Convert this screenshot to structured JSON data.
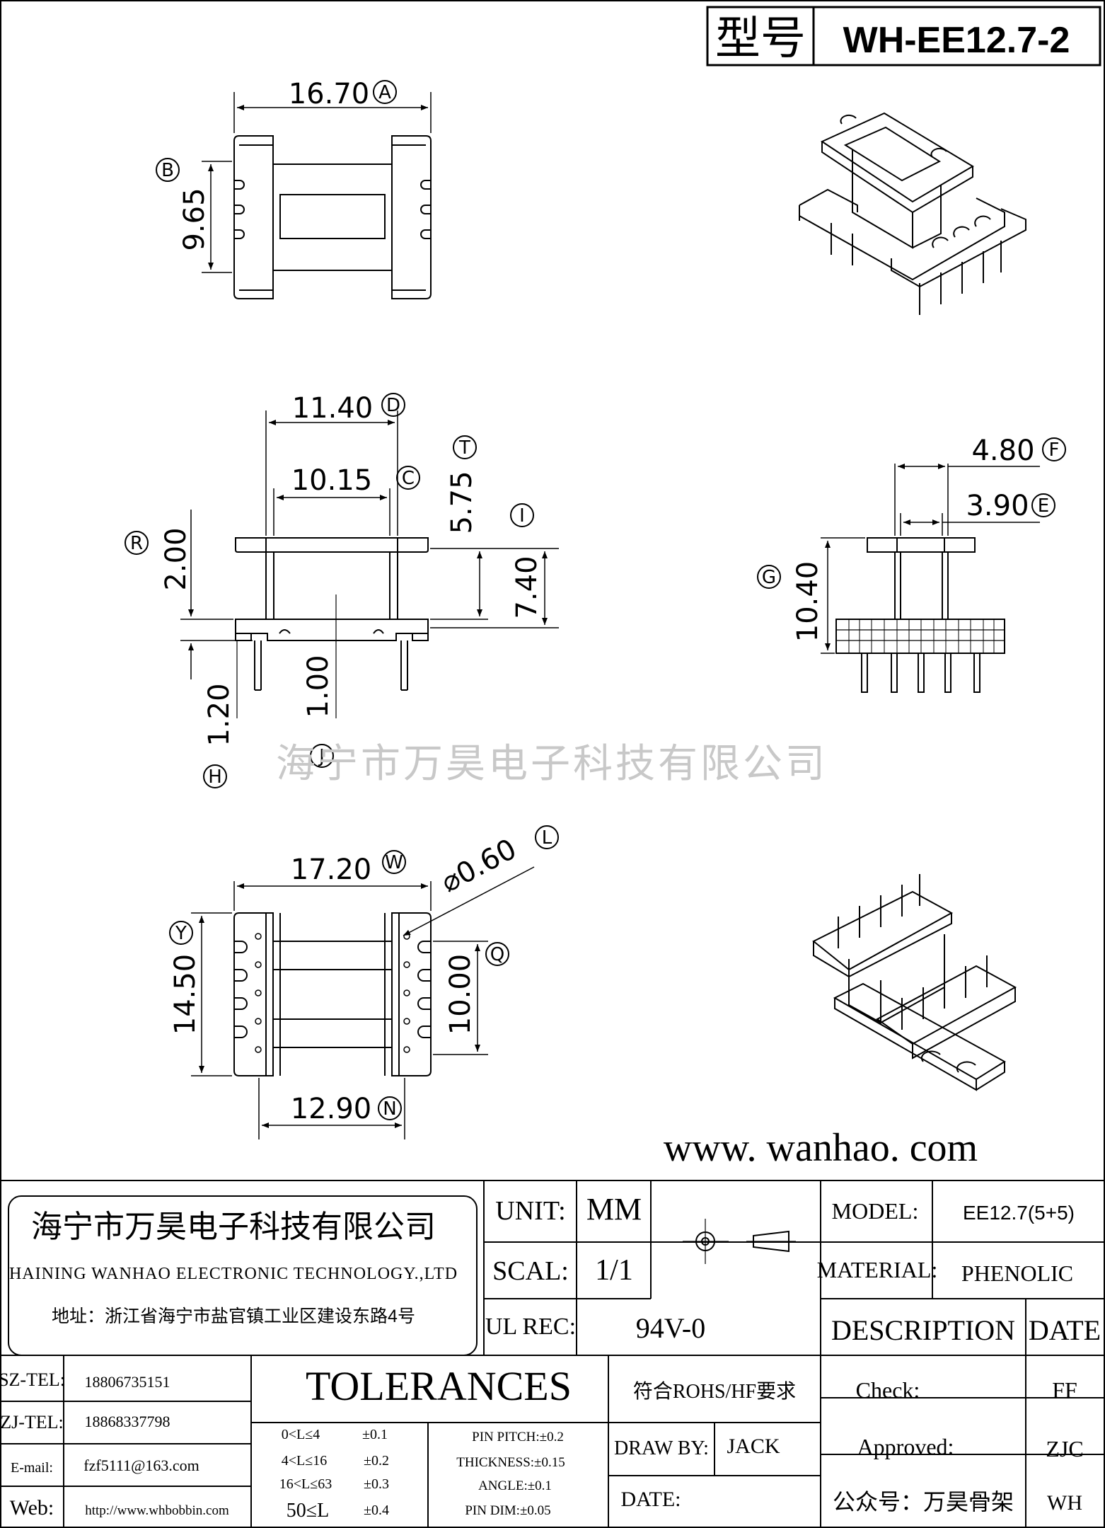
{
  "header": {
    "model_label": "型号",
    "model_value": "WH-EE12.7-2"
  },
  "dims": {
    "A": "16.70",
    "B": "9.65",
    "D": "11.40",
    "C": "10.15",
    "T": "5.75",
    "R": "2.00",
    "I": "7.40",
    "F": "4.80",
    "E": "3.90",
    "G": "10.40",
    "H": "1.20",
    "J": "1.00",
    "W": "17.20",
    "L": "0.60",
    "Y": "14.50",
    "Q": "10.00",
    "N": "12.90",
    "diameter_symbol": "⌀"
  },
  "tags": {
    "A": "A",
    "B": "B",
    "C": "C",
    "D": "D",
    "T": "T",
    "I": "I",
    "R": "R",
    "F": "F",
    "E": "E",
    "G": "G",
    "H": "H",
    "J": "J",
    "W": "W",
    "L": "L",
    "Y": "Y",
    "Q": "Q",
    "N": "N"
  },
  "watermark": "海宁市万昊电子科技有限公司",
  "website": "www. wanhao. com",
  "company": {
    "name_cn": "海宁市万昊电子科技有限公司",
    "name_en": "HAINING WANHAO ELECTRONIC TECHNOLOGY.,LTD",
    "address": "地址：浙江省海宁市盐官镇工业区建设东路4号"
  },
  "contacts": [
    {
      "label": "SZ-TEL:",
      "value": "18806735151"
    },
    {
      "label": "ZJ-TEL:",
      "value": "18868337798"
    },
    {
      "label": "E-mail:",
      "value": "fzf5111@163.com"
    },
    {
      "label": "Web:",
      "value": "http://www.whbobbin.com"
    }
  ],
  "specs": {
    "unit_label": "UNIT:",
    "unit_value": "MM",
    "scale_label": "SCAL:",
    "scale_value": "1/1",
    "ul_label": "UL REC:",
    "ul_value": "94V-0",
    "model_label": "MODEL:",
    "model_value": "EE12.7(5+5)",
    "material_label": "MATERIAL:",
    "material_value": "PHENOLIC",
    "description": "DESCRIPTION",
    "date": "DATE"
  },
  "tolerances": {
    "title": "TOLERANCES",
    "ranges": [
      {
        "range": "0<L≤4",
        "tol": "±0.1"
      },
      {
        "range": "4<L≤16",
        "tol": "±0.2"
      },
      {
        "range": "16<L≤63",
        "tol": "±0.3"
      },
      {
        "range": "50≤L",
        "tol": "±0.4"
      }
    ],
    "other": [
      "PIN PITCH:±0.2",
      "THICKNESS:±0.15",
      "ANGLE:±0.1",
      "PIN DIM:±0.05"
    ]
  },
  "signoff": {
    "rohs": "符合ROHS/HF要求",
    "draw_by_label": "DRAW BY:",
    "draw_by_value": "JACK",
    "date_label": "DATE:",
    "check_label": "Check:",
    "check_value": "FF",
    "approved_label": "Approved:",
    "approved_value": "ZJC",
    "wechat_label": "公众号：万昊骨架",
    "wechat_value": "WH"
  }
}
